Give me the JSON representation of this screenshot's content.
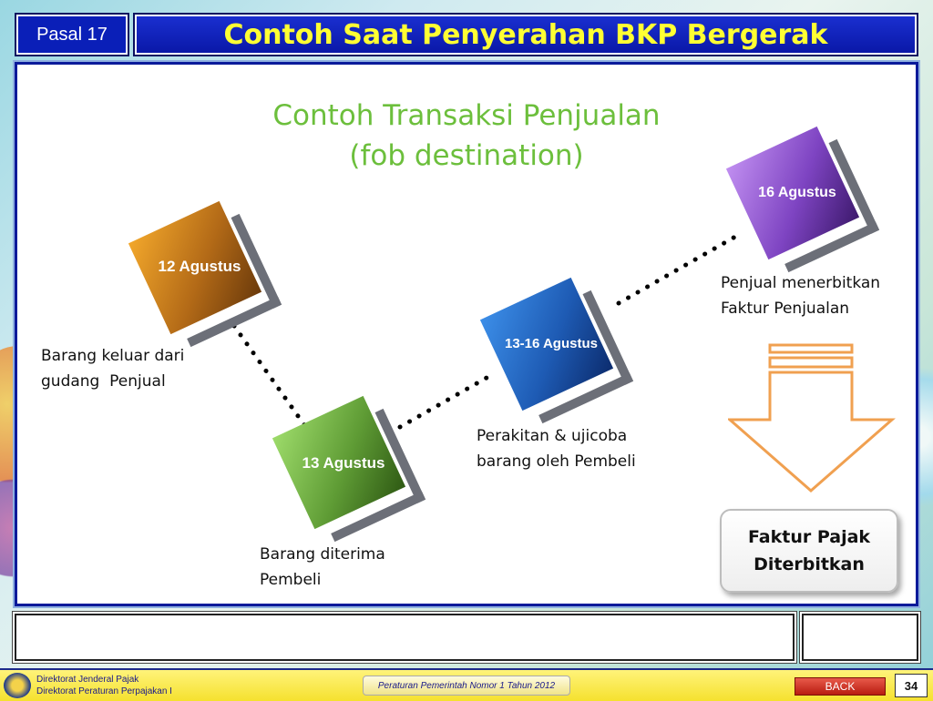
{
  "header": {
    "section_label": "Pasal 17",
    "title": "Contoh Saat Penyerahan BKP Bergerak"
  },
  "main": {
    "subtitle_line1": "Contoh Transaksi Penjualan",
    "subtitle_line2": "(fob destination)",
    "steps": [
      {
        "label": "12 Agustus",
        "description": "Barang keluar dari\ngudang  Penjual",
        "color": "#c47a1c"
      },
      {
        "label": "13 Agustus",
        "description": "Barang diterima\nPembeli",
        "color": "#5f9c35"
      },
      {
        "label": "13-16 Agustus",
        "description": "Perakitan & ujicoba\nbarang oleh Pembeli",
        "color": "#1e5bb4"
      },
      {
        "label": "16 Agustus",
        "description": "Penjual menerbitkan\nFaktur Penjualan",
        "color": "#7e44c2"
      }
    ],
    "result": "Faktur Pajak\nDiterbitkan",
    "arrow_color": "#f0a050"
  },
  "footer": {
    "org_line1": "Direktorat Jenderal Pajak",
    "org_line2": "Direktorat Peraturan Perpajakan I",
    "regulation": "Peraturan Pemerintah Nomor 1 Tahun 2012",
    "back_label": "BACK",
    "page_number": "34"
  }
}
